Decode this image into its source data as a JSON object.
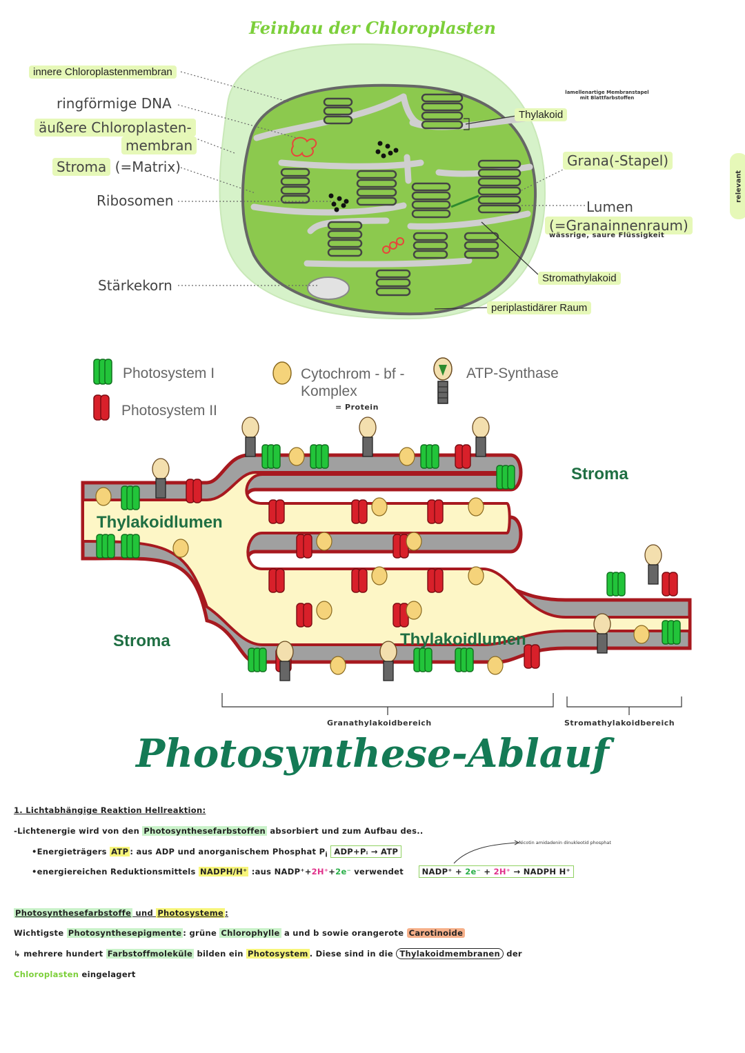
{
  "title_top": "Feinbau der Chloroplasten",
  "side_tag": "relevant",
  "chloroplast_labels": {
    "inner_membrane": "innere Chloroplastenmembran",
    "dna": "ringförmige DNA",
    "outer_membrane_1": "äußere Chloroplasten-",
    "outer_membrane_2": "membran",
    "stroma": "Stroma",
    "stroma_suffix": "(=Matrix)",
    "ribosomes": "Ribosomen",
    "starch": "Stärkekorn",
    "lamellar_note_1": "lamellenartige Membranstapel",
    "lamellar_note_2": "mit Blattfarbstoffen",
    "thylakoid": "Thylakoid",
    "grana": "Grana(-Stapel)",
    "lumen_1": "Lumen",
    "lumen_2": "(=Granainnenraum)",
    "lumen_note": "wässrige, saure Flüssigkeit",
    "stromathylakoid": "Stromathylakoid",
    "periplastid": "periplastidärer Raum"
  },
  "legend": {
    "ps1": "Photosystem I",
    "ps2": "Photosystem II",
    "cyt_1": "Cytochrom - bf -",
    "cyt_2": "Komplex",
    "cyt_note": "= Protein",
    "atp": "ATP-Synthase"
  },
  "membrane_labels": {
    "stroma_top": "Stroma",
    "stroma_bottom": "Stroma",
    "lumen_left": "Thylakoidlumen",
    "lumen_bottom": "Thylakoidlumen",
    "grana_range": "Granathylakoidbereich",
    "stroma_range": "Stromathylakoidbereich"
  },
  "main_title": "Photosynthese-Ablauf",
  "notes": {
    "heading1": "1. Lichtabhängige Reaktion Hellreaktion:",
    "line1_a": "-Lichtenergie wird von den ",
    "line1_hl": "Photosynthesefarbstoffen",
    "line1_b": " absorbiert und zum Aufbau des..",
    "line2_a": "•Energieträgers ",
    "line2_hl": "ATP",
    "line2_b": ": aus ADP und anorganischem Phosphat P",
    "line2_sub": "i",
    "line2_box": "ADP+Pᵢ → ATP",
    "nadp_note": "Nicotin amidadenin dinukleotid phosphat",
    "line3_a": "•energiereichen Reduktionsmittels ",
    "line3_hl": "NADPH/H⁺",
    "line3_b": " :aus NADP⁺+",
    "line3_pink": "2H⁺",
    "line3_c": "+",
    "line3_green": "2e⁻",
    "line3_d": "  verwendet",
    "line3_box_a": "NADP⁺ + ",
    "line3_box_green": "2e⁻",
    "line3_box_b": " + ",
    "line3_box_pink": "2H⁺",
    "line3_box_c": " → NADPH H⁺",
    "heading2_g": "Photosynthesefarbstoffe",
    "heading2_mid": " und ",
    "heading2_y": "Photosysteme",
    "heading2_end": ":",
    "line4_a": " Wichtigste ",
    "line4_hl": "Photosynthesepigmente",
    "line4_b": ": grüne ",
    "line4_hl2": "Chlorophylle",
    "line4_c": " a und b sowie orangerote ",
    "line4_hl3": "Carotinoide",
    "line5_a": " ↳ mehrere hundert ",
    "line5_hl": "Farbstoffmoleküle",
    "line5_b": " bilden ein ",
    "line5_hl2": "Photosystem",
    "line5_c": ". Diese sind in die ",
    "line5_oval": "Thylakoidmembranen",
    "line5_d": " der",
    "line6_lg": "Chloroplasten",
    "line6_b": " eingelagert"
  }
}
